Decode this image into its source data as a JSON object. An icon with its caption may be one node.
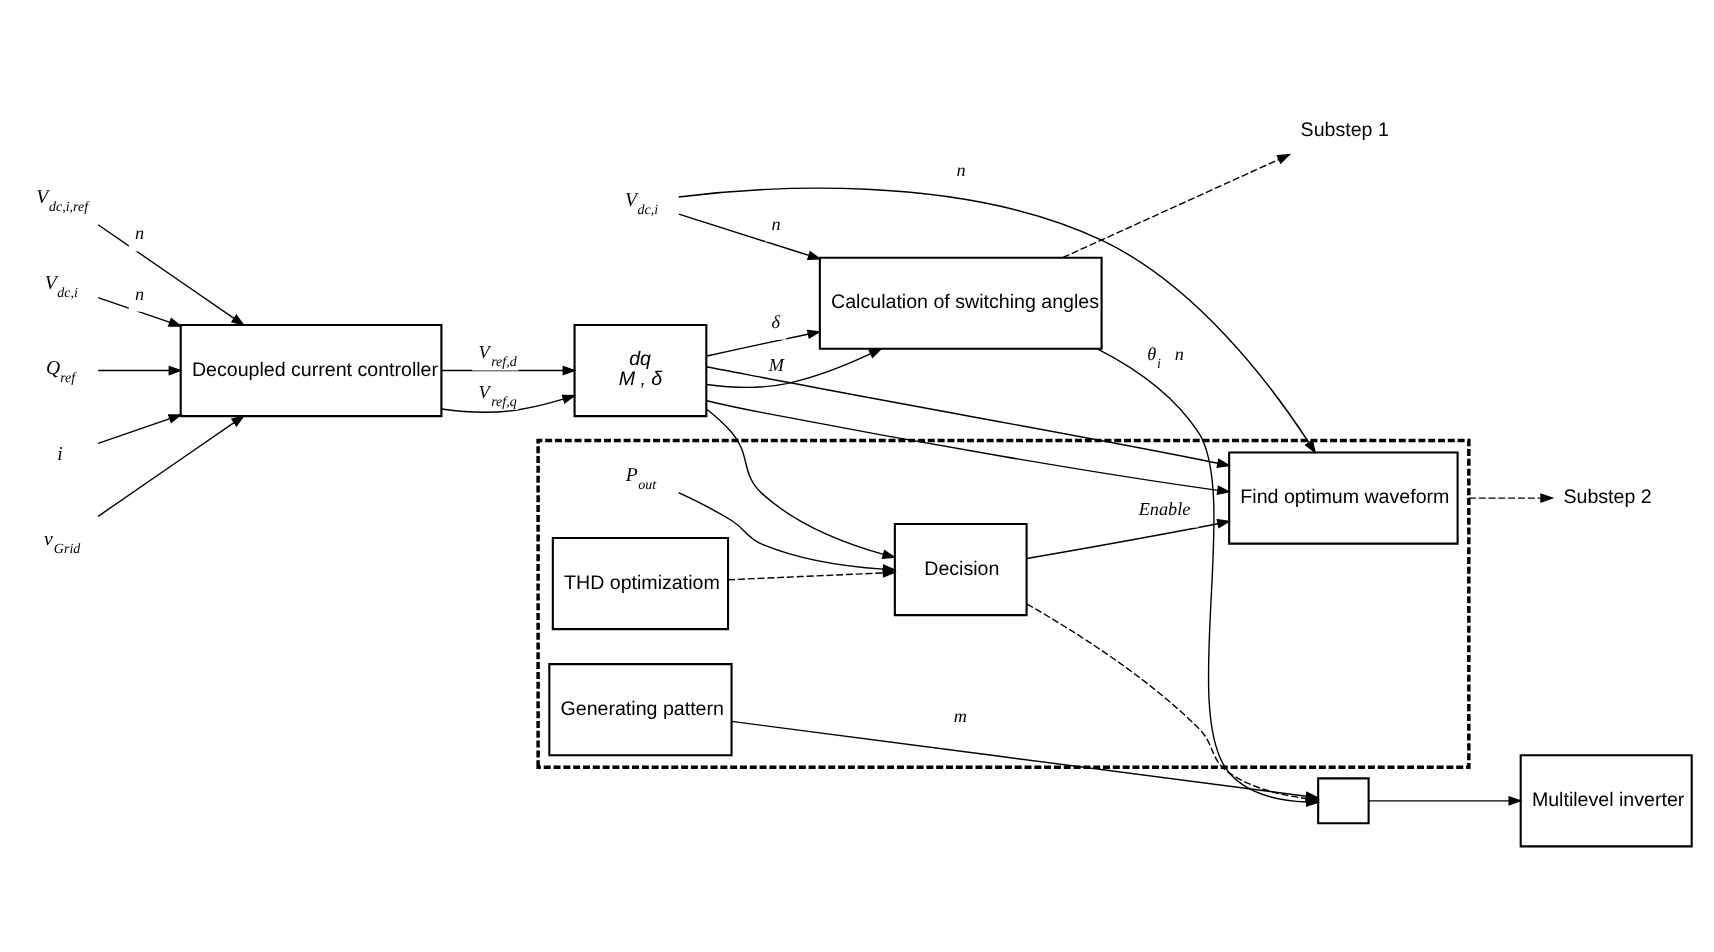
{
  "diagram": {
    "nodes": [
      {
        "text": [
          "V$_{dc,i,ref}$"
        ]
      },
      {
        "text": [
          "V$_{dc,i}$"
        ]
      },
      {
        "text": [
          "Q$_{ref}$"
        ]
      },
      {
        "text": [
          "Decoupled current controller"
        ]
      },
      {
        "text": [
          "i"
        ]
      },
      {
        "text": [
          "v$_{Grid}$"
        ]
      },
      {
        "text": [
          "dq",
          "M , δ"
        ]
      },
      {
        "text": [
          "V$_{dc,i}$"
        ]
      },
      {
        "text": [
          "Calculation of switching angles"
        ]
      },
      {
        "text": [
          "Substep 1"
        ]
      },
      {
        "text": [],
        "shape": "box"
      },
      {
        "text": [
          "Multilevel inverter"
        ]
      },
      {
        "text": [],
        "shape": "box"
      },
      {
        "text": [
          "Find optimum waveform"
        ],
        "in": 12
      },
      {
        "text": [
          "THD optimizatiom"
        ],
        "in": 12
      },
      {
        "text": [
          "Generating pattern"
        ],
        "in": 12
      },
      {
        "text": [
          "Decision"
        ],
        "in": 12
      },
      {
        "text": [
          "P$_{out}$"
        ],
        "in": 12
      },
      {
        "text": [
          "Substep 2"
        ]
      }
    ],
    "edges": [
      {
        "from": 0,
        "to": 3,
        "arrow": "to",
        "label": "n"
      },
      {
        "from": 1,
        "to": 3,
        "arrow": "to",
        "label": "n"
      },
      {
        "from": 2,
        "to": 3,
        "arrow": "to"
      },
      {
        "from": 4,
        "to": 3,
        "arrow": "to"
      },
      {
        "from": 5,
        "to": 3,
        "arrow": "to"
      },
      {
        "from": 3,
        "to": 6,
        "arrow": "to",
        "label": "V$_{ref,d}$"
      },
      {
        "from": 3,
        "to": 6,
        "arrow": "to",
        "label": "V$_{ref,q}$"
      },
      {
        "from": 6,
        "to": 8,
        "arrow": "to",
        "label": "δ"
      },
      {
        "from": 6,
        "to": 8,
        "arrow": "to",
        "label": "M"
      },
      {
        "from": 7,
        "to": 8,
        "arrow": "to",
        "label": "n"
      },
      {
        "from": 6,
        "to": 13,
        "arrow": "to"
      },
      {
        "from": 6,
        "to": 13,
        "arrow": "to"
      },
      {
        "from": 6,
        "to": 16,
        "arrow": "to"
      },
      {
        "from": 7,
        "to": 13,
        "arrow": "to",
        "label": "n"
      },
      {
        "from": 8,
        "to": 9,
        "arrow": "to",
        "style": "dashed"
      },
      {
        "from": 8,
        "to": 10,
        "arrow": "to",
        "label": "θ$_{i}$ n"
      },
      {
        "from": 15,
        "to": 10,
        "arrow": "to",
        "label": "m"
      },
      {
        "from": 10,
        "to": 11,
        "arrow": "to"
      },
      {
        "from": 14,
        "to": 16,
        "arrow": "to",
        "style": "dashed"
      },
      {
        "from": 16,
        "to": 13,
        "arrow": "to",
        "label": "Enable"
      },
      {
        "from": 17,
        "to": 16,
        "arrow": "to"
      },
      {
        "from": 16,
        "to": 10,
        "arrow": "to",
        "style": "dashed"
      },
      {
        "from": 12,
        "to": 18,
        "arrow": "to",
        "style": "dashed"
      }
    ]
  }
}
